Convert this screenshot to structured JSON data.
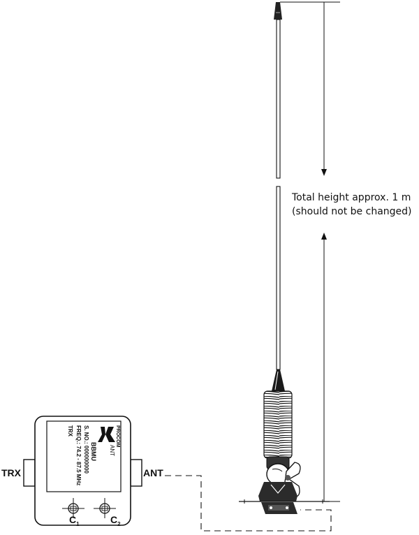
{
  "dimension": {
    "line1": "Total height approx. 1 m",
    "line2": "(should not be changed)"
  },
  "box": {
    "left_port": "TRX",
    "right_port": "ANT",
    "label": {
      "brand": "PROCOM",
      "ant": "ANT",
      "model": "BBMU",
      "serial": "S. NO.: 000000000",
      "freq": "FREQ.: 74.2 - 87.5 MHz",
      "trx": "TRX"
    },
    "cap1_letter": "C",
    "cap1_sub": "1",
    "cap2_letter": "C",
    "cap2_sub": "2"
  },
  "colors": {
    "line": "#111111",
    "background": "#ffffff"
  }
}
